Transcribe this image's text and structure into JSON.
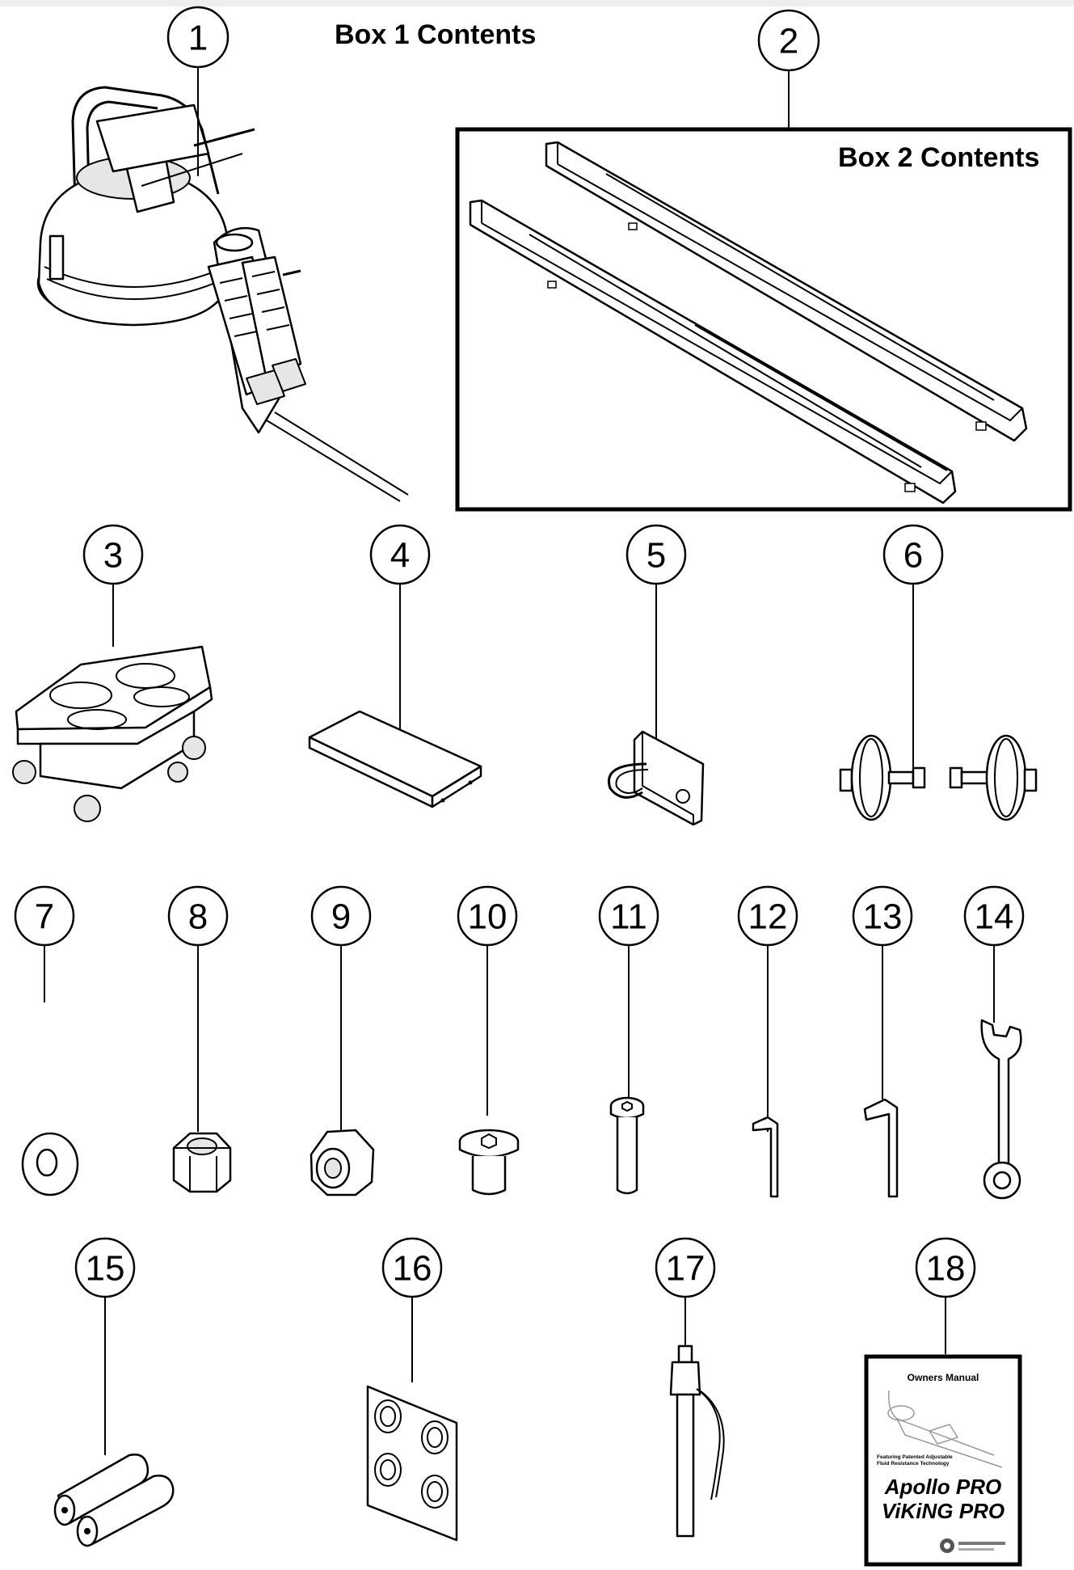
{
  "box1_title": "Box 1 Contents",
  "box2_title": "Box 2 Contents",
  "callouts": [
    "1",
    "2",
    "3",
    "4",
    "5",
    "6",
    "7",
    "8",
    "9",
    "10",
    "11",
    "12",
    "13",
    "14",
    "15",
    "16",
    "17",
    "18"
  ],
  "manual": {
    "heading": "Owners Manual",
    "tagline_1": "Featuring Patented Adjustable",
    "tagline_2": "Fluid Resistance Technology",
    "brand_1": "Apollo PRO",
    "brand_2": "ViKiNG PRO"
  }
}
